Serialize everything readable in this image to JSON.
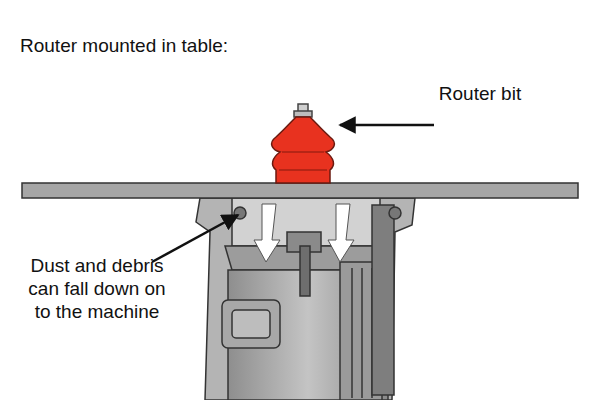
{
  "diagram": {
    "title": "Router mounted in table:",
    "labels": [
      "Router bit",
      "Dust and debris can fall down on to the machine"
    ]
  }
}
